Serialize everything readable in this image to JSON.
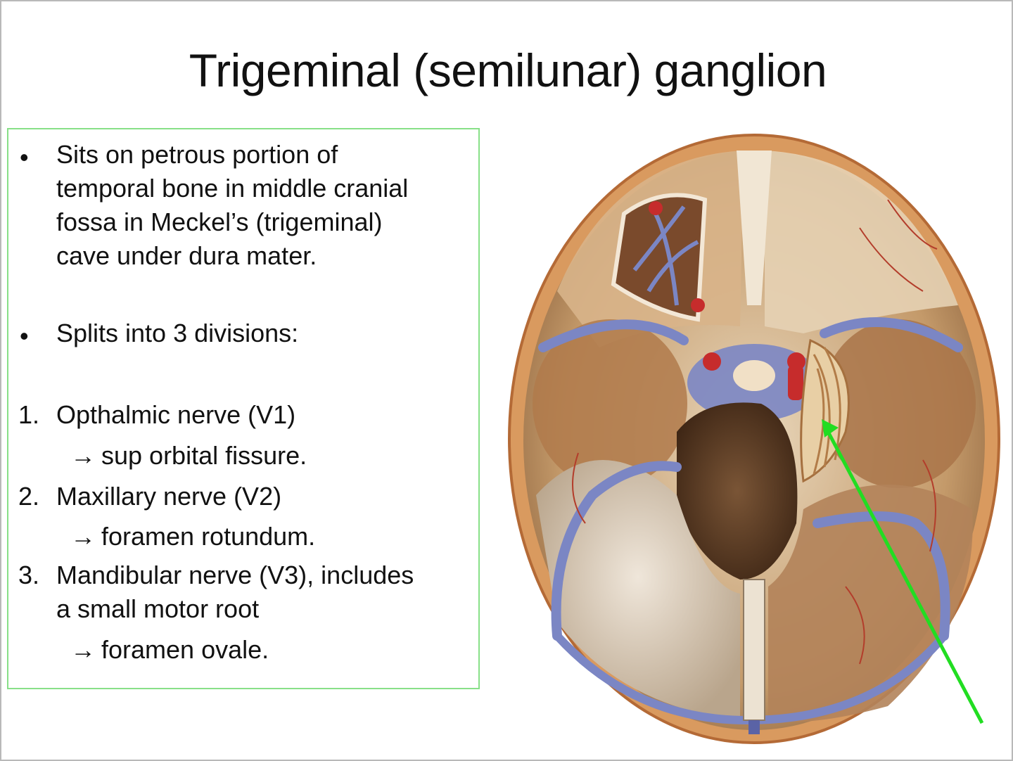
{
  "slide": {
    "title": "Trigeminal (semilunar) ganglion",
    "bullets": [
      {
        "marker": "•",
        "lines": [
          "Sits on petrous portion of",
          "temporal bone in middle cranial",
          "fossa in Meckel’s (trigeminal)",
          "cave under dura mater."
        ]
      },
      {
        "marker": "•",
        "lines": [
          "Splits into 3 divisions:"
        ]
      }
    ],
    "divisions": [
      {
        "number": "1.",
        "lines": [
          "Opthalmic nerve (V1)"
        ],
        "arrow": "→",
        "destination": "sup orbital fissure."
      },
      {
        "number": "2.",
        "lines": [
          "Maxillary nerve (V2)"
        ],
        "arrow": "→",
        "destination": "foramen rotundum."
      },
      {
        "number": "3.",
        "lines": [
          "Mandibular nerve (V3), includes",
          "a small motor root"
        ],
        "arrow": "→",
        "destination": "foramen ovale."
      }
    ],
    "figure": {
      "subject": "skull-base-cranial-fossa-illustration",
      "pointer_color": "#22dd22",
      "bone_color": "#d9a06b",
      "dura_color": "#c9a57a",
      "vein_color": "#7b86c4",
      "artery_color": "#c62c2c"
    },
    "colors": {
      "textbox_border": "#88e088",
      "text": "#111111"
    }
  }
}
